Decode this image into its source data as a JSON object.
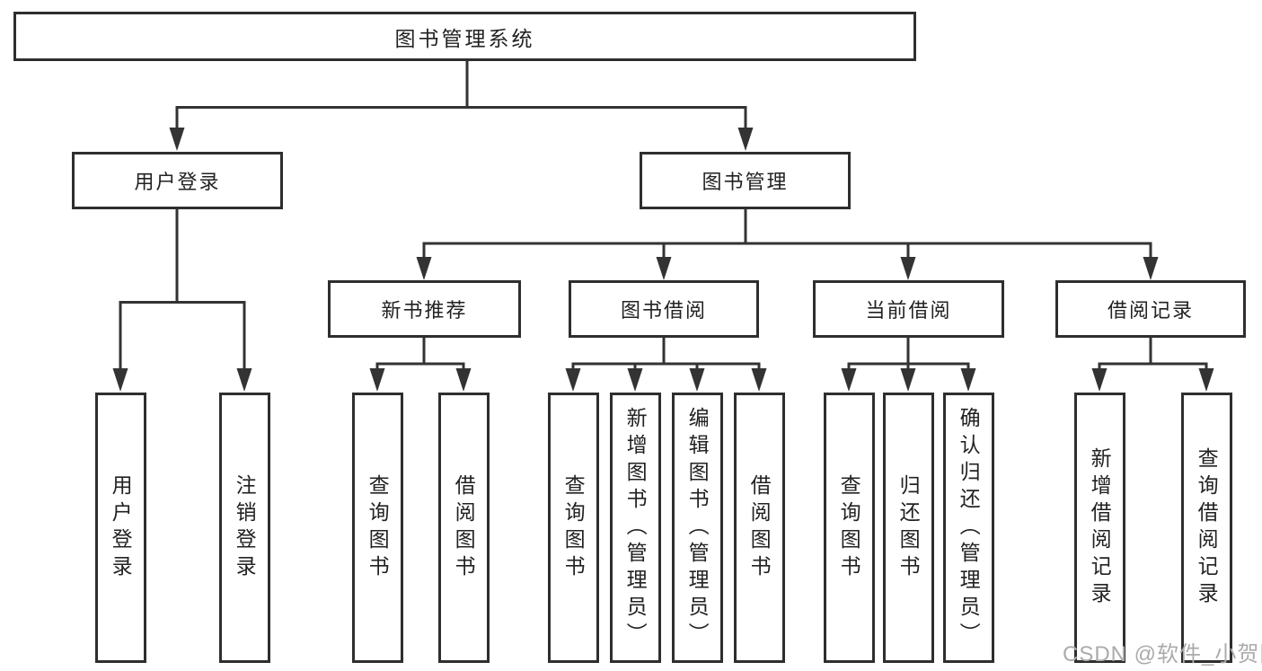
{
  "diagram": {
    "root": {
      "label": "图书管理系统"
    },
    "branches": [
      {
        "label": "用户登录",
        "children": [
          "用户登录",
          "注销登录"
        ]
      },
      {
        "label": "图书管理",
        "groups": [
          {
            "label": "新书推荐",
            "children": [
              "查询图书",
              "借阅图书"
            ]
          },
          {
            "label": "图书借阅",
            "children": [
              "查询图书",
              "新增图书（管理员）",
              "编辑图书（管理员）",
              "借阅图书"
            ]
          },
          {
            "label": "当前借阅",
            "children": [
              "查询图书",
              "归还图书",
              "确认归还（管理员）"
            ]
          },
          {
            "label": "借阅记录",
            "children": [
              "新增借阅记录",
              "查询借阅记录"
            ]
          }
        ]
      }
    ]
  },
  "watermark": {
    "text": "CSDN @软件_小贺同学"
  },
  "colors": {
    "line": "#333333",
    "box_border": "#2e2e2e",
    "text": "#222222",
    "background": "#ffffff",
    "watermark": "#ababab"
  }
}
